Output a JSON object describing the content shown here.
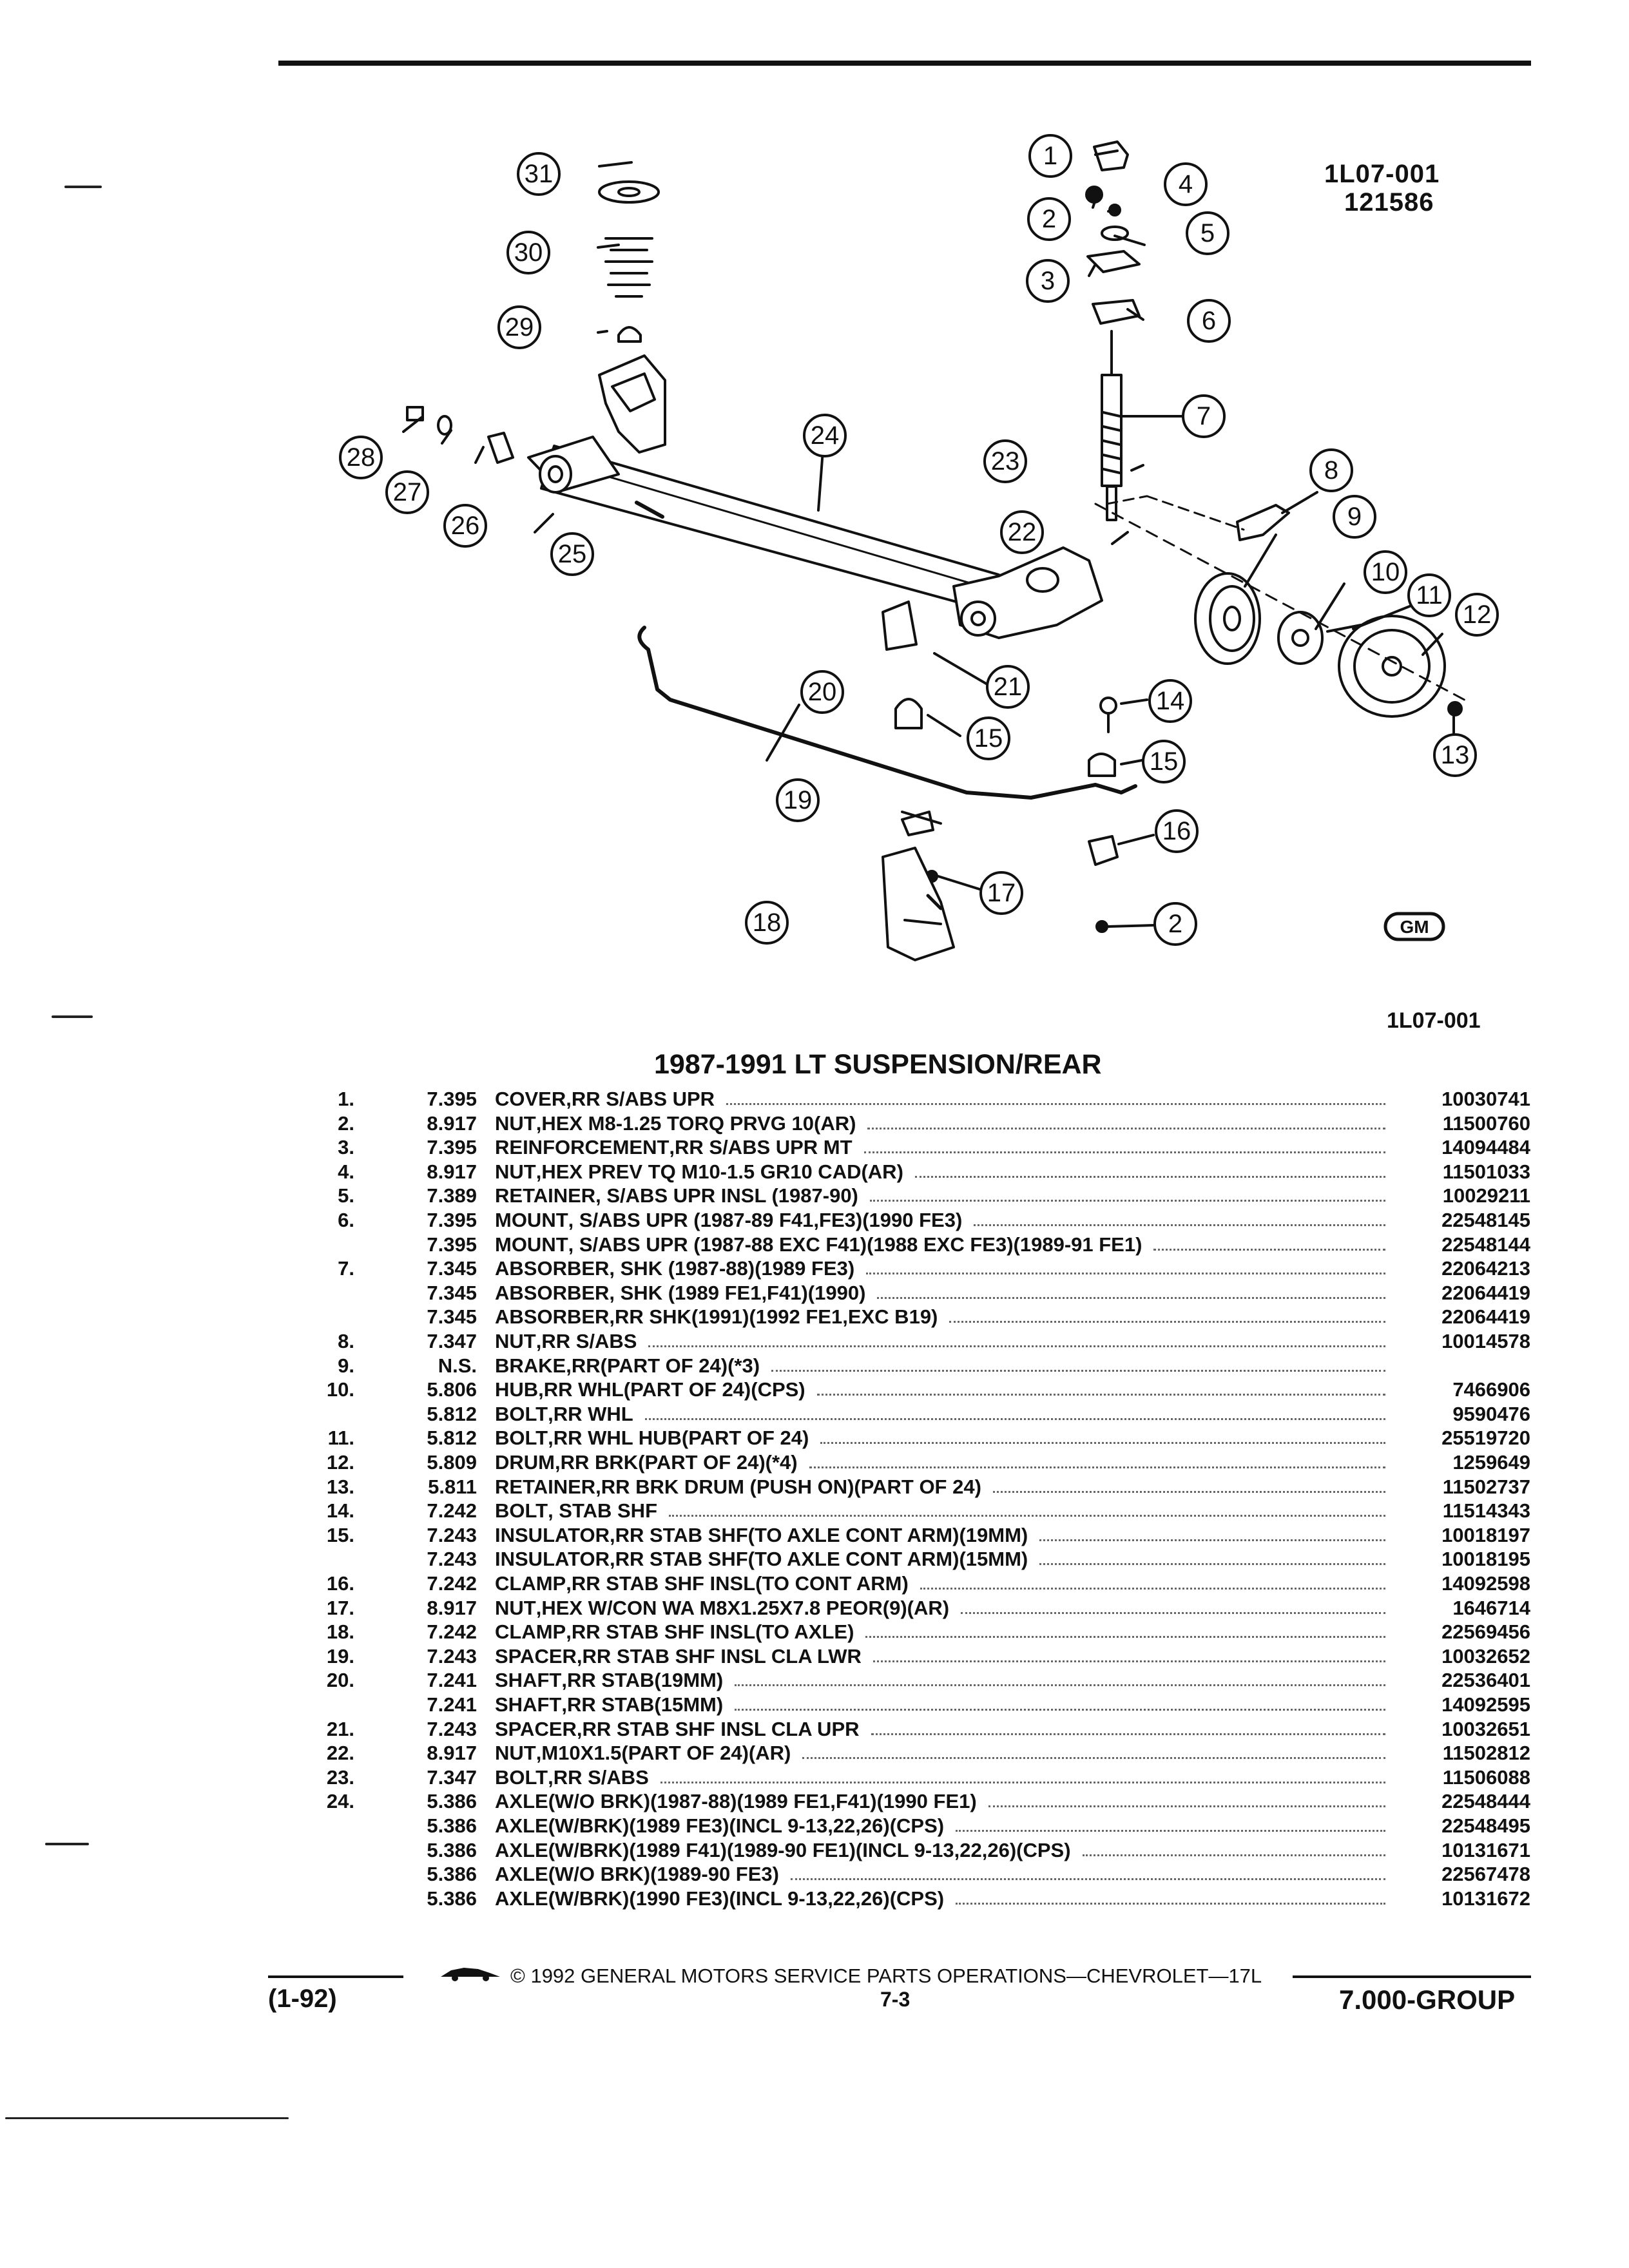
{
  "figure": {
    "code_line1": "1L07-001",
    "code_line2": "121586",
    "id_below": "1L07-001"
  },
  "callouts": [
    "1",
    "2",
    "3",
    "4",
    "5",
    "6",
    "7",
    "8",
    "9",
    "10",
    "11",
    "12",
    "13",
    "14",
    "15",
    "16",
    "17",
    "18",
    "19",
    "20",
    "21",
    "22",
    "23",
    "24",
    "25",
    "26",
    "27",
    "28",
    "29",
    "30",
    "31"
  ],
  "logo_text": "GM",
  "title": "1987-1991 LT SUSPENSION/REAR",
  "parts": [
    {
      "ref": "1.",
      "group": "7.395",
      "name": "COVER",
      "detail": " ,RR S/ABS UPR",
      "pn": "10030741"
    },
    {
      "ref": "2.",
      "group": "8.917",
      "name": "NUT",
      "detail": " ,HEX M8-1.25 TORQ PRVG 10(AR)",
      "pn": "11500760"
    },
    {
      "ref": "3.",
      "group": "7.395",
      "name": "REINFORCEMENT",
      "detail": " ,RR S/ABS UPR MT",
      "pn": "14094484"
    },
    {
      "ref": "4.",
      "group": "8.917",
      "name": "NUT",
      "detail": " ,HEX PREV TQ M10-1.5 GR10 CAD(AR)",
      "pn": "11501033"
    },
    {
      "ref": "5.",
      "group": "7.389",
      "name": "RETAINER",
      "detail": " , S/ABS UPR INSL (1987-90)",
      "pn": "10029211"
    },
    {
      "ref": "6.",
      "group": "7.395",
      "name": "MOUNT",
      "detail": " , S/ABS UPR (1987-89 F41,FE3)(1990 FE3)",
      "pn": "22548145"
    },
    {
      "ref": "",
      "group": "7.395",
      "name": "MOUNT",
      "detail": " , S/ABS UPR (1987-88 EXC F41)(1988 EXC FE3)(1989-91 FE1)",
      "pn": "22548144"
    },
    {
      "ref": "7.",
      "group": "7.345",
      "name": "ABSORBER",
      "detail": " , SHK (1987-88)(1989 FE3)",
      "pn": "22064213"
    },
    {
      "ref": "",
      "group": "7.345",
      "name": "ABSORBER",
      "detail": " , SHK (1989 FE1,F41)(1990)",
      "pn": "22064419"
    },
    {
      "ref": "",
      "group": "7.345",
      "name": "ABSORBER",
      "detail": " ,RR SHK(1991)(1992 FE1,EXC B19)",
      "pn": "22064419"
    },
    {
      "ref": "8.",
      "group": "7.347",
      "name": "NUT",
      "detail": " ,RR S/ABS",
      "pn": "10014578"
    },
    {
      "ref": "9.",
      "group": "N.S.",
      "name": "BRAKE",
      "detail": " ,RR(PART OF 24)(*3)",
      "pn": ""
    },
    {
      "ref": "10.",
      "group": "5.806",
      "name": "HUB",
      "detail": " ,RR WHL(PART OF 24)(CPS)",
      "pn": "7466906"
    },
    {
      "ref": "",
      "group": "5.812",
      "name": "BOLT",
      "detail": " ,RR WHL",
      "pn": "9590476"
    },
    {
      "ref": "11.",
      "group": "5.812",
      "name": "BOLT",
      "detail": " ,RR WHL HUB(PART OF 24)",
      "pn": "25519720"
    },
    {
      "ref": "12.",
      "group": "5.809",
      "name": "DRUM",
      "detail": " ,RR BRK(PART OF 24)(*4)",
      "pn": "1259649"
    },
    {
      "ref": "13.",
      "group": "5.811",
      "name": "RETAINER",
      "detail": " ,RR BRK DRUM (PUSH ON)(PART OF 24)",
      "pn": "11502737"
    },
    {
      "ref": "14.",
      "group": "7.242",
      "name": "BOLT",
      "detail": " , STAB SHF",
      "pn": "11514343"
    },
    {
      "ref": "15.",
      "group": "7.243",
      "name": "INSULATOR",
      "detail": " ,RR STAB SHF(TO AXLE CONT ARM)(19MM)",
      "pn": "10018197"
    },
    {
      "ref": "",
      "group": "7.243",
      "name": "INSULATOR",
      "detail": " ,RR STAB SHF(TO AXLE CONT ARM)(15MM)",
      "pn": "10018195"
    },
    {
      "ref": "16.",
      "group": "7.242",
      "name": "CLAMP",
      "detail": " ,RR STAB SHF INSL(TO CONT ARM)",
      "pn": "14092598"
    },
    {
      "ref": "17.",
      "group": "8.917",
      "name": "NUT",
      "detail": " ,HEX W/CON WA M8X1.25X7.8 PEOR(9)(AR)",
      "pn": "1646714"
    },
    {
      "ref": "18.",
      "group": "7.242",
      "name": "CLAMP",
      "detail": " ,RR STAB SHF INSL(TO AXLE)",
      "pn": "22569456"
    },
    {
      "ref": "19.",
      "group": "7.243",
      "name": "SPACER",
      "detail": " ,RR STAB SHF INSL CLA LWR",
      "pn": "10032652"
    },
    {
      "ref": "20.",
      "group": "7.241",
      "name": "SHAFT",
      "detail": " ,RR STAB(19MM)",
      "pn": "22536401"
    },
    {
      "ref": "",
      "group": "7.241",
      "name": "SHAFT",
      "detail": " ,RR STAB(15MM)",
      "pn": "14092595"
    },
    {
      "ref": "21.",
      "group": "7.243",
      "name": "SPACER",
      "detail": " ,RR STAB SHF INSL CLA UPR",
      "pn": "10032651"
    },
    {
      "ref": "22.",
      "group": "8.917",
      "name": "NUT",
      "detail": " ,M10X1.5(PART OF 24)(AR)",
      "pn": "11502812"
    },
    {
      "ref": "23.",
      "group": "7.347",
      "name": "BOLT",
      "detail": " ,RR S/ABS",
      "pn": "11506088"
    },
    {
      "ref": "24.",
      "group": "5.386",
      "name": "AXLE",
      "detail": " (W/O BRK)(1987-88)(1989 FE1,F41)(1990 FE1)",
      "pn": "22548444"
    },
    {
      "ref": "",
      "group": "5.386",
      "name": "AXLE",
      "detail": " (W/BRK)(1989 FE3)(INCL 9-13,22,26)(CPS)",
      "pn": "22548495"
    },
    {
      "ref": "",
      "group": "5.386",
      "name": "AXLE",
      "detail": " (W/BRK)(1989 F41)(1989-90 FE1)(INCL 9-13,22,26)(CPS)",
      "pn": "10131671"
    },
    {
      "ref": "",
      "group": "5.386",
      "name": "AXLE",
      "detail": " (W/O BRK)(1989-90 FE3)",
      "pn": "22567478"
    },
    {
      "ref": "",
      "group": "5.386",
      "name": "AXLE",
      "detail": " (W/BRK)(1990 FE3)(INCL 9-13,22,26)(CPS)",
      "pn": "10131672"
    }
  ],
  "footer": {
    "copyright": "© 1992 GENERAL MOTORS SERVICE PARTS OPERATIONS—CHEVROLET—17L",
    "date": "(1-92)",
    "page": "7-3",
    "group": "7.000-GROUP"
  },
  "colors": {
    "ink": "#111111",
    "paper": "#ffffff",
    "leader_dots": "#666666"
  }
}
